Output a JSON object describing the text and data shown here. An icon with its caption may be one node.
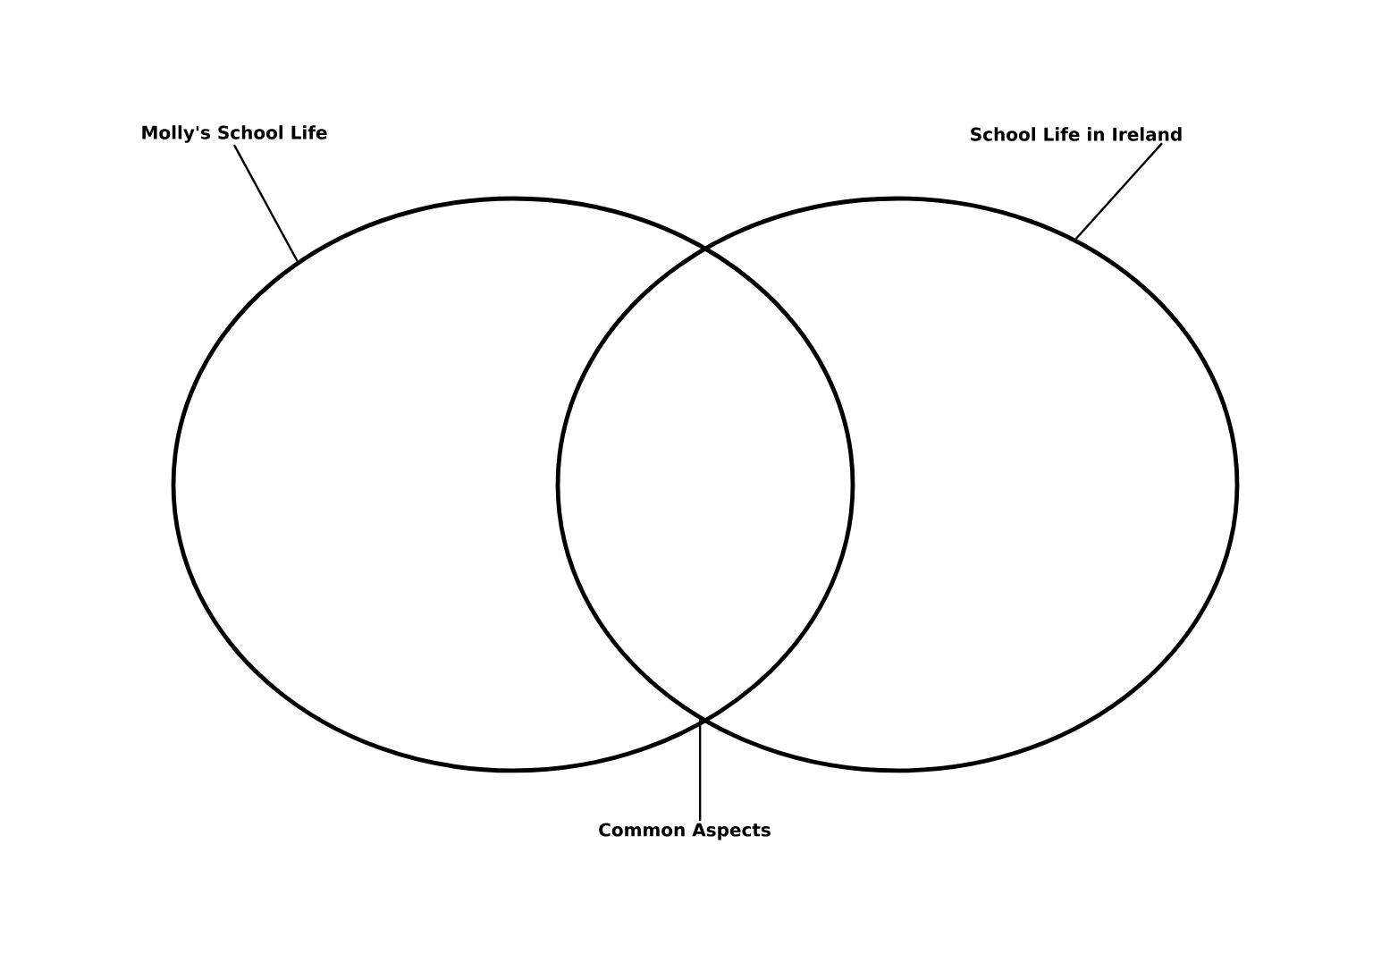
{
  "diagram": {
    "nodes": [
      {
        "text": [
          "Molly's School Life"
        ]
      },
      {
        "text": [],
        "shape": "circle"
      },
      {
        "text": [
          "School Life in Ireland"
        ]
      },
      {
        "text": [],
        "shape": "circle"
      },
      {
        "text": [
          "Common Aspects"
        ]
      }
    ],
    "edges": [
      {
        "from": 0,
        "to": 1,
        "arrow": "none"
      },
      {
        "from": 2,
        "to": 3,
        "arrow": "none"
      },
      {
        "from": 4,
        "to": 3,
        "arrow": "none"
      }
    ]
  }
}
